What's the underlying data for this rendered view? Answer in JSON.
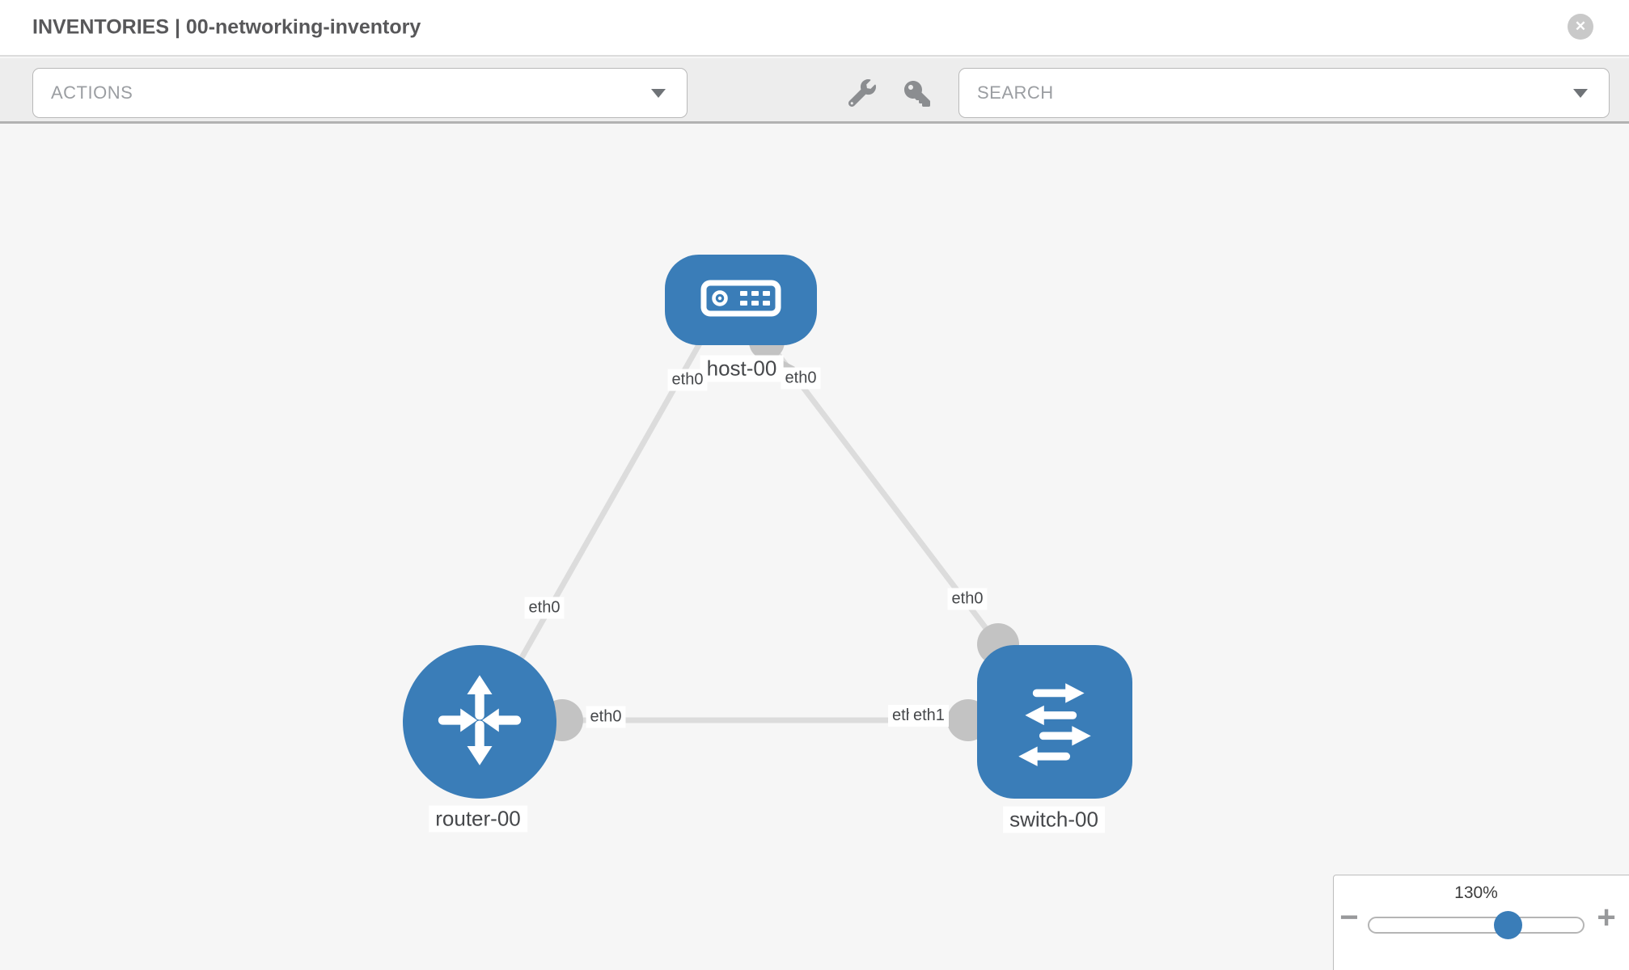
{
  "header": {
    "title": "INVENTORIES | 00-networking-inventory"
  },
  "icons": {
    "close": "✕",
    "zoom_out": "−",
    "zoom_in": "+",
    "wrench": "wrench-icon",
    "key": "key-icon",
    "caret": "caret-down-icon"
  },
  "toolbar": {
    "actions_label": "ACTIONS",
    "search_label": "SEARCH"
  },
  "topology": {
    "nodes": [
      {
        "id": "host-00",
        "type": "host",
        "label": "host-00"
      },
      {
        "id": "router-00",
        "type": "router",
        "label": "router-00"
      },
      {
        "id": "switch-00",
        "type": "switch",
        "label": "switch-00"
      }
    ],
    "links": [
      {
        "from": "host-00",
        "to": "router-00",
        "from_interface": "eth0",
        "to_interface": "eth0"
      },
      {
        "from": "host-00",
        "to": "switch-00",
        "from_interface": "eth0",
        "to_interface": "eth0"
      },
      {
        "from": "router-00",
        "to": "switch-00",
        "from_interface": "eth0",
        "to_interface": "eth1",
        "overlapped_interface": "eth0"
      }
    ]
  },
  "zoom_control": {
    "level": "130%"
  },
  "colors": {
    "node_blue": "#3a7db8",
    "link_gray": "#dcdcdc",
    "connector_gray": "#c3c3c3",
    "canvas_bg": "#f6f6f6",
    "toolbar_bg": "#ededed"
  }
}
